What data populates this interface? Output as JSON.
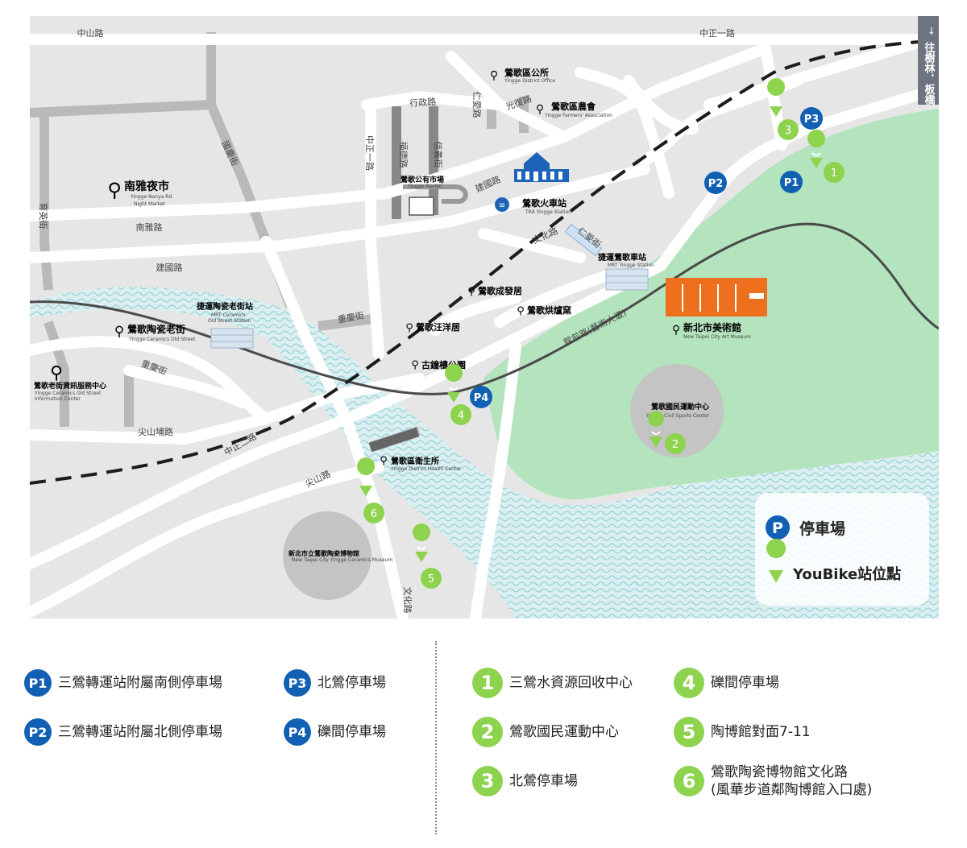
{
  "direction_sign": "往樹林．板橋",
  "roads": {
    "zhongshan": "中山路",
    "zhongzheng1_top": "中正一路",
    "xingzheng": "行政路",
    "zhongzheng1_vert": "中正一路",
    "jianguo_short": "建國路",
    "nanya": "南雅路",
    "jianguo": "建國路",
    "wenhua_mid": "文化路",
    "guanqian": "館前路(藝術大道)",
    "zhongzheng2": "中正二路",
    "jianshanpu": "尖山埔路",
    "jianshan": "尖山路",
    "wenhua_bottom": "文化路",
    "yuying": "育英街",
    "guoqing": "國慶街",
    "chongqing": "重慶街",
    "chongqing2": "重慶街",
    "renai": "仁愛路",
    "guangfu": "光復路",
    "small1": "福德路",
    "small2": "信義街",
    "small3": "仁愛街"
  },
  "pois": {
    "district_office": {
      "zh": "鶯歌區公所",
      "en": "Yingge District Office"
    },
    "farmers_assoc": {
      "zh": "鶯歌區農會",
      "en": "Yingge Farmers' Association"
    },
    "market": {
      "zh": "鶯歌公有市場",
      "en": "Yingge Market"
    },
    "tra": {
      "zh": "鶯歌火車站",
      "en": "TRA Yingge Station"
    },
    "nanya_market": {
      "zh": "南雅夜市",
      "en1": "Yingge Nanya Rd.",
      "en2": "Night Market"
    },
    "mrt_yingge": {
      "zh": "捷運鶯歌車站",
      "en": "MRT Yingge Station"
    },
    "mrt_ceramics": {
      "zh": "捷運陶瓷老街站",
      "en1": "MRT Ceramics",
      "en2": "Old Street Station"
    },
    "chengfa": {
      "zh": "鶯歌成發居"
    },
    "kiln": {
      "zh": "鶯歌烘爐窯"
    },
    "wang": {
      "zh": "鶯歌汪洋居"
    },
    "art_museum": {
      "zh": "新北市美術館",
      "en": "New Taipei City Art Museum"
    },
    "old_street": {
      "zh": "鶯歌陶瓷老街",
      "en": "Yingge Ceramics Old Street"
    },
    "info_center": {
      "zh": "鶯歌老街資訊服務中心",
      "en1": "Yingge Ceramics Old Street",
      "en2": "Information Center"
    },
    "chimney_park": {
      "zh": "古鐘樓公園"
    },
    "sports_center": {
      "zh": "鶯歌國民運動中心",
      "en": "Yingge Civil Sports Center"
    },
    "health_center": {
      "zh": "鶯歌區衛生所",
      "en": "Yingge District Health Center"
    },
    "ceramics_museum": {
      "zh": "新北市立鶯歌陶瓷博物館",
      "en": "New Taipei City Yingge Ceramics Museum"
    }
  },
  "map_markers": {
    "p1": "P1",
    "p2": "P2",
    "p3": "P3",
    "p4": "P4",
    "y1": "1",
    "y2": "2",
    "y3": "3",
    "y4": "4",
    "y5": "5",
    "y6": "6"
  },
  "map_legend": {
    "parking_icon": "P",
    "parking": "停車場",
    "youbike": "YouBike站位點"
  },
  "legend": {
    "parking": [
      {
        "code": "P1",
        "text": "三鶯轉運站附屬南側停車場"
      },
      {
        "code": "P3",
        "text": "北鶯停車場"
      },
      {
        "code": "P2",
        "text": "三鶯轉運站附屬北側停車場"
      },
      {
        "code": "P4",
        "text": "礫間停車場"
      }
    ],
    "youbike": [
      {
        "num": "1",
        "text": "三鶯水資源回收中心"
      },
      {
        "num": "4",
        "text": "礫間停車場"
      },
      {
        "num": "2",
        "text": "鶯歌國民運動中心"
      },
      {
        "num": "5",
        "text": "陶博館對面7-11"
      },
      {
        "num": "3",
        "text": "北鶯停車場"
      },
      {
        "num": "6",
        "text": "鶯歌陶瓷博物館文化路",
        "text2": "(風華步道鄰陶博館入口處)"
      }
    ]
  },
  "colors": {
    "map_bg": "#e6e6e6",
    "road": "#ffffff",
    "secondary_road": "#b9b9b9",
    "park": "#b3e4bd",
    "river": "#cde8ea",
    "parking_blue": "#1160b3",
    "youbike_green": "#8ed34e",
    "museum_orange": "#ee6f1e",
    "tra_blue": "#1d64b8"
  }
}
